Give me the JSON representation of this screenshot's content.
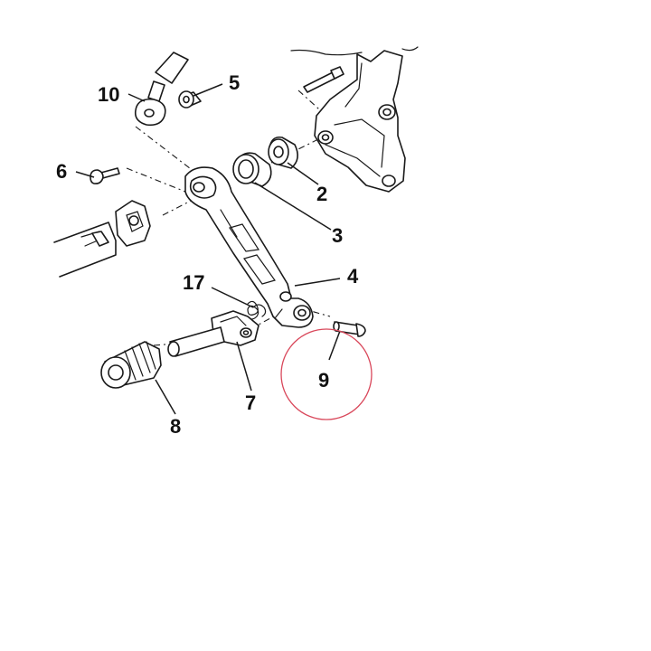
{
  "callouts": {
    "c10": "10",
    "c5": "5",
    "c6": "6",
    "c2": "2",
    "c3": "3",
    "c4": "4",
    "c17": "17",
    "c9": "9",
    "c7": "7",
    "c8": "8"
  },
  "colors": {
    "line": "#1a1a1a",
    "highlight_circle": "#d9485b",
    "background": "#ffffff"
  }
}
